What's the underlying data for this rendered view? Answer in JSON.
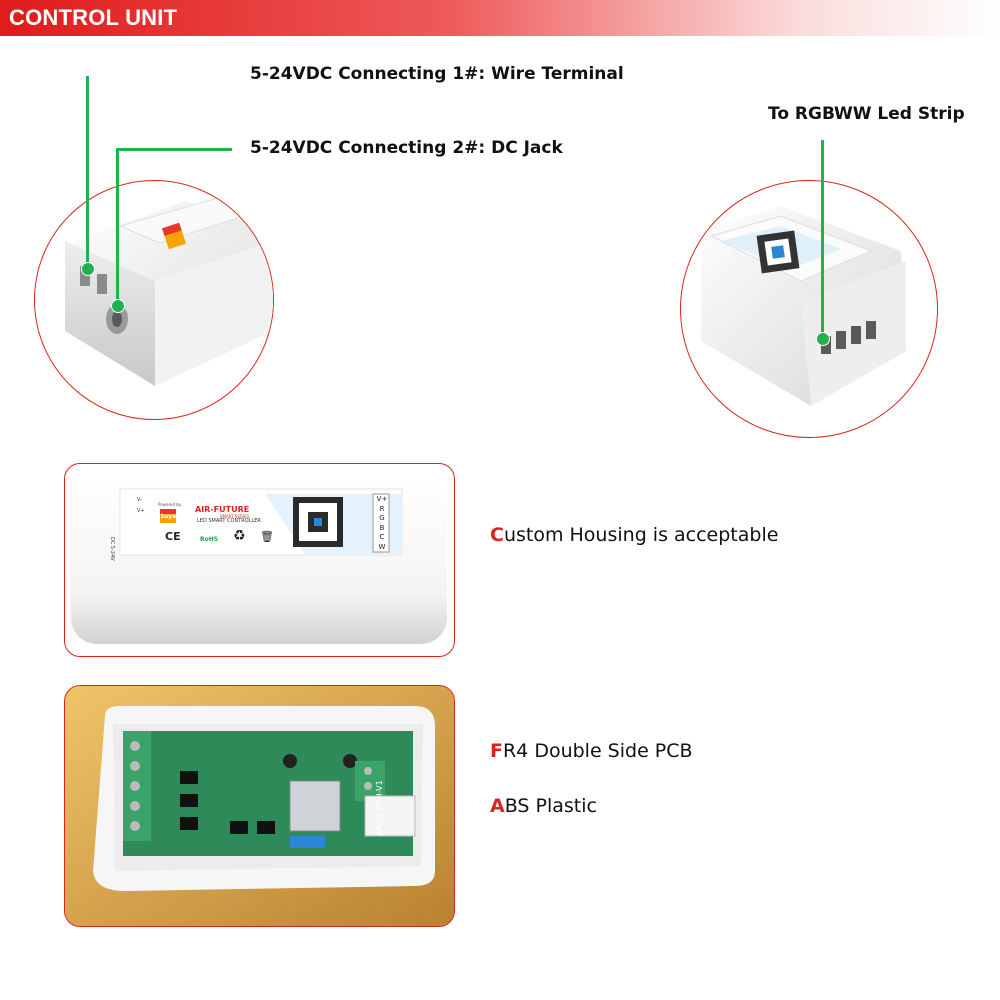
{
  "header": {
    "title": "CONTROL UNIT"
  },
  "callouts": {
    "wire_terminal": "5-24VDC Connecting 1#: Wire Terminal",
    "dc_jack": "5-24VDC Connecting 2#: DC Jack",
    "led_strip": "To RGBWW Led Strip"
  },
  "features": {
    "housing": {
      "first": "C",
      "rest": "ustom Housing is acceptable"
    },
    "pcb": {
      "first": "F",
      "rest": "R4 Double Side PCB"
    },
    "plastic": {
      "first": "A",
      "rest": "BS Plastic"
    }
  },
  "device_label": {
    "brand": "AIR-FUTURE",
    "series": "SMART SERIES",
    "product": "LED SMART CONTROLLER",
    "powered_by": "Powered by",
    "tuya": "tuya",
    "ce": "CE",
    "rohs": "RoHS",
    "vminus": "V-",
    "vplus": "V+",
    "pins": [
      "V+",
      "R",
      "G",
      "B",
      "C",
      "W"
    ],
    "voltage": "DC 5-24V"
  },
  "pcb_label": {
    "model": "AP-01-5CH-V1"
  },
  "icons": [
    "recycle-icon",
    "weee-bin-icon",
    "qr-code-icon",
    "rohs-leaf-icon"
  ],
  "colors": {
    "accent_red": "#d9261c",
    "callout_green": "#22b14c",
    "pcb_green": "#2f8a5a"
  }
}
